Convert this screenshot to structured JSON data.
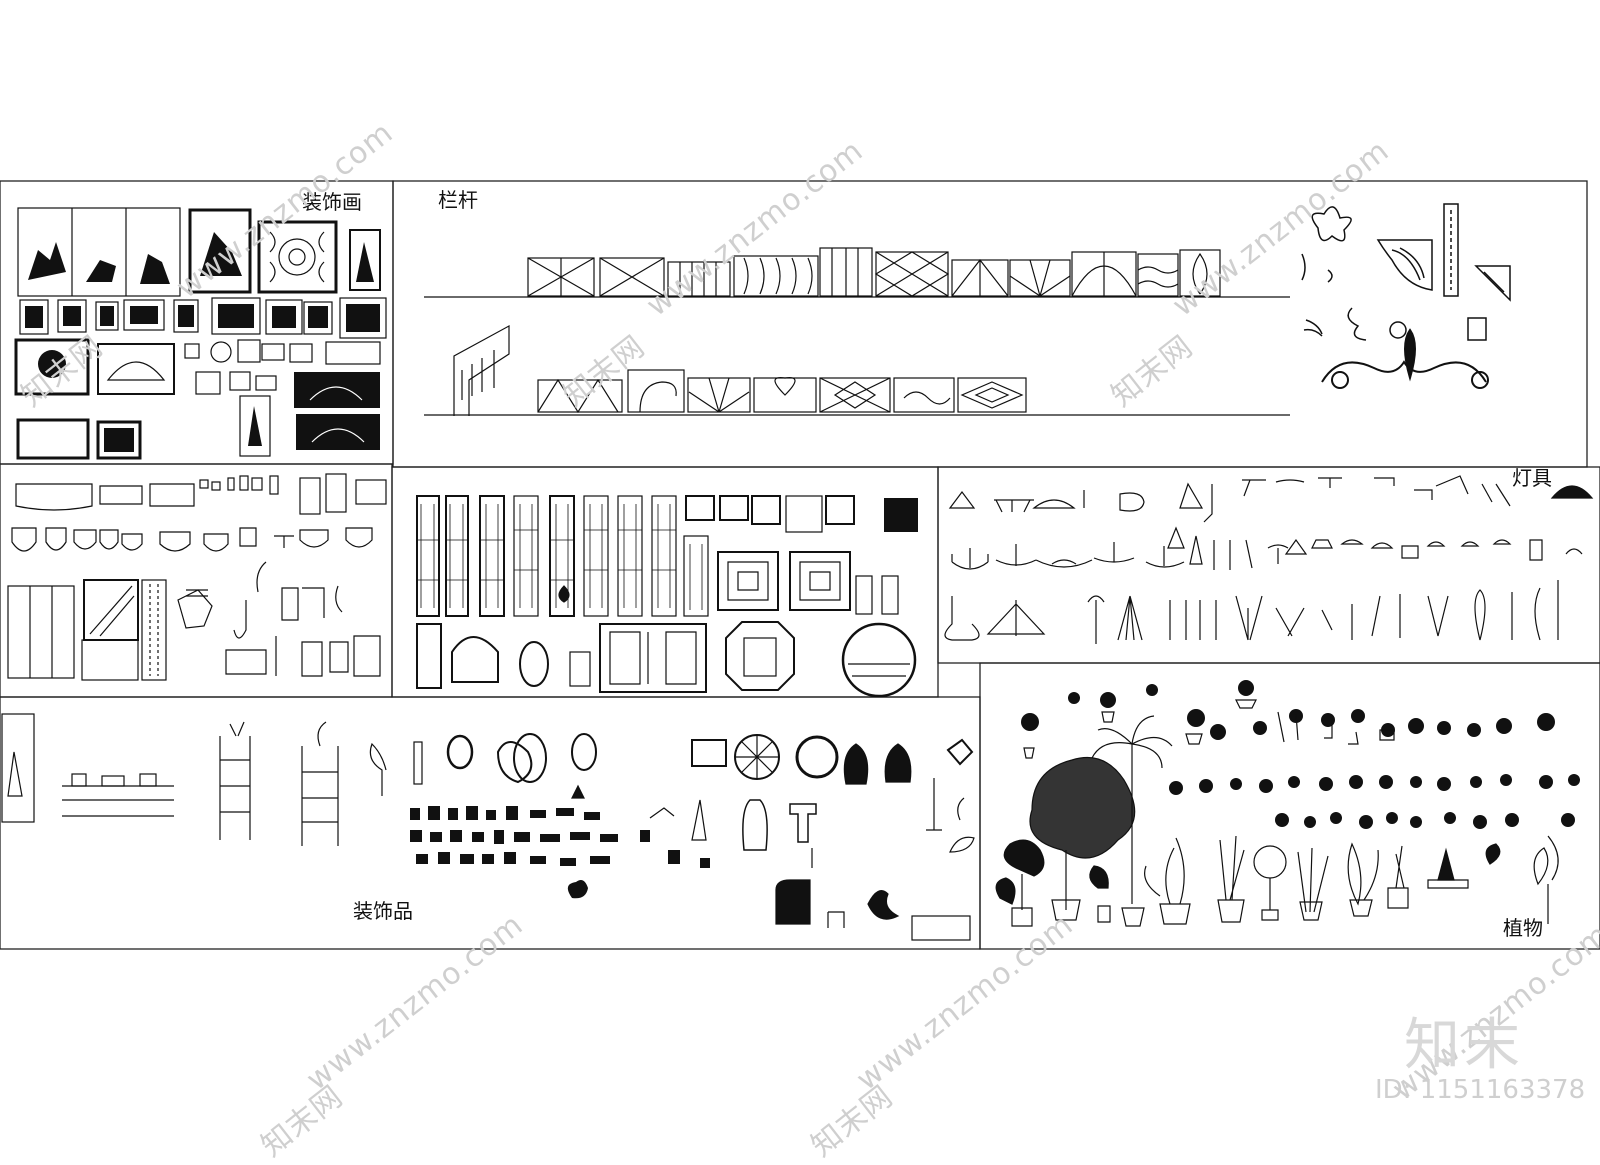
{
  "panels": {
    "paintings": "装饰画",
    "railings": "栏杆",
    "lamps": "灯具",
    "ornaments": "装饰品",
    "plants": "植物"
  },
  "watermark": {
    "domain": "www.znzmo.com",
    "site_name": "知末网",
    "brand": "知末",
    "id_text": "ID: 1151163378"
  },
  "colors": {
    "ink": "#111111",
    "watermark": "#cfcfcf",
    "frame": "#222222"
  }
}
